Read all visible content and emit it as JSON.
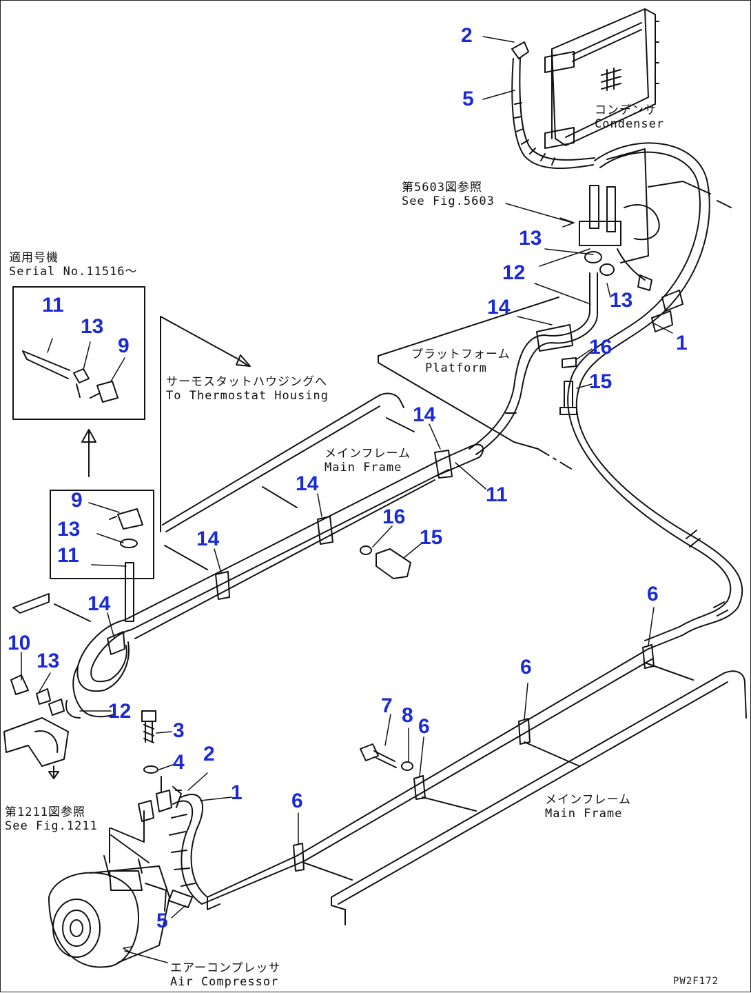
{
  "notes": {
    "condenser_jp": "コンデンサ",
    "condenser_en": "Condenser",
    "see_fig_5603_jp": "第5603図参照",
    "see_fig_5603_en": "See Fig.5603",
    "serial_jp": "適用号機",
    "serial_en": "Serial No.11516～",
    "thermostat_jp": "サーモスタットハウジングへ",
    "thermostat_en": "To Thermostat Housing",
    "platform_jp": "プラットフォーム",
    "platform_en": "Platform",
    "main_frame_upper_jp": "メインフレーム",
    "main_frame_upper_en": "Main Frame",
    "main_frame_lower_jp": "メインフレーム",
    "main_frame_lower_en": "Main Frame",
    "see_fig_1211_jp": "第1211図参照",
    "see_fig_1211_en": "See Fig.1211",
    "air_compressor_jp": "エアーコンプレッサ",
    "air_compressor_en": "Air Compressor",
    "drawing_code": "PW2F172"
  },
  "callouts": [
    "2",
    "5",
    "13",
    "12",
    "14",
    "13",
    "1",
    "16",
    "15",
    "11",
    "13",
    "9",
    "9",
    "13",
    "11",
    "14",
    "11",
    "14",
    "16",
    "15",
    "14",
    "14",
    "10",
    "13",
    "12",
    "3",
    "4",
    "2",
    "1",
    "6",
    "6",
    "7",
    "8",
    "6",
    "6",
    "5"
  ],
  "colors": {
    "callout": "#1a2bd6",
    "line": "#111111"
  }
}
